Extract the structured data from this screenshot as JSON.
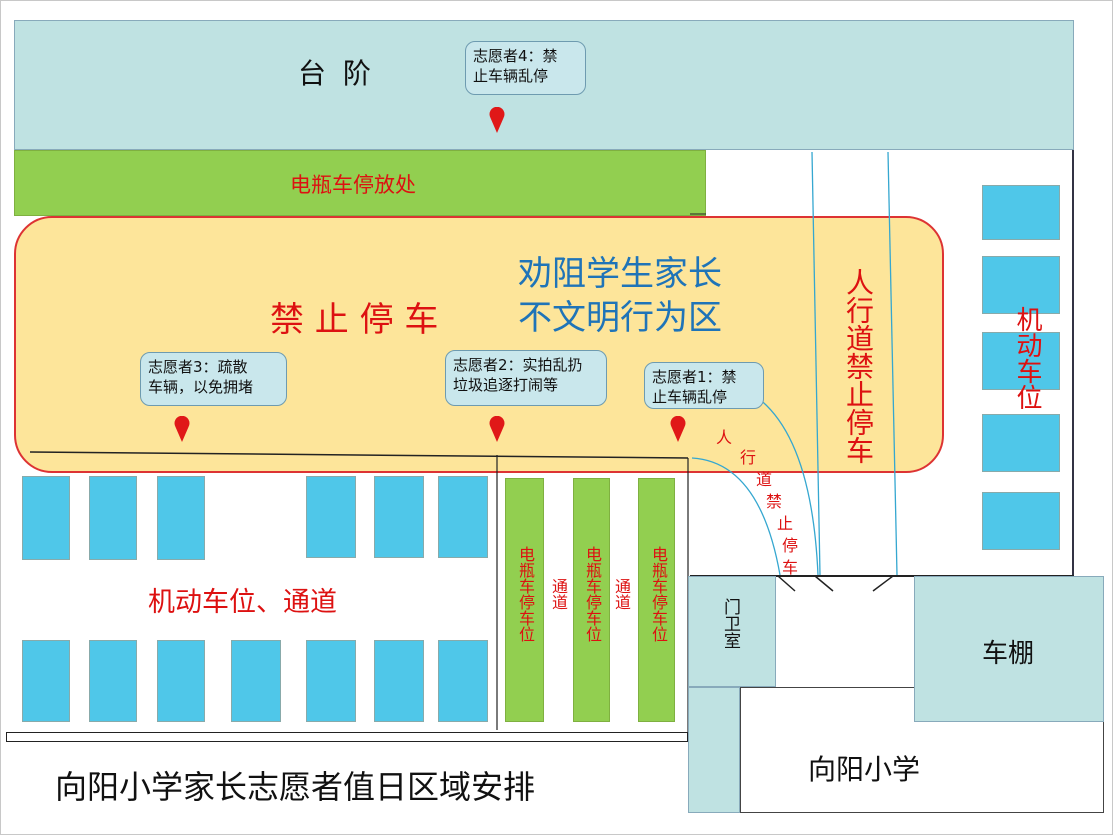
{
  "top_area": {
    "steps_label": "台 阶"
  },
  "ebike_parking_top": {
    "label": "电瓶车停放处"
  },
  "no_parking_zone": {
    "label": "禁 止 停 车",
    "title_line1": "劝阻学生家长",
    "title_line2": "不文明行为区"
  },
  "volunteers": [
    {
      "line1": "志愿者4：禁",
      "line2": "止车辆乱停"
    },
    {
      "line1": "志愿者3：疏散",
      "line2": "车辆，以免拥堵"
    },
    {
      "line1": "志愿者2：实拍乱扔",
      "line2": "垃圾追逐打闹等"
    },
    {
      "line1": "志愿者1：禁",
      "line2": "止车辆乱停"
    }
  ],
  "walkway_small": {
    "chars": [
      "人",
      "行",
      "道",
      "禁",
      "止",
      "停",
      "车"
    ]
  },
  "walkway_large": {
    "label": "人行道禁止停车"
  },
  "motor_parking_right": {
    "label": "机动车位"
  },
  "motor_parking_left": {
    "label": "机动车位、通道"
  },
  "ebike_slots": [
    {
      "label": "电瓶车停车位"
    },
    {
      "label": "电瓶车停车位"
    },
    {
      "label": "电瓶车停车位"
    }
  ],
  "passages": [
    {
      "label": "通道"
    },
    {
      "label": "通道"
    }
  ],
  "guard_room": {
    "label": "门卫室"
  },
  "shed": {
    "label": "车棚"
  },
  "school": {
    "label": "向阳小学"
  },
  "caption": "向阳小学家长志愿者值日区域安排",
  "colors": {
    "teal": "#bfe2e2",
    "green": "#92cf50",
    "yellow": "#fde59a",
    "blue": "#4fc7e9",
    "red": "#d11"
  }
}
